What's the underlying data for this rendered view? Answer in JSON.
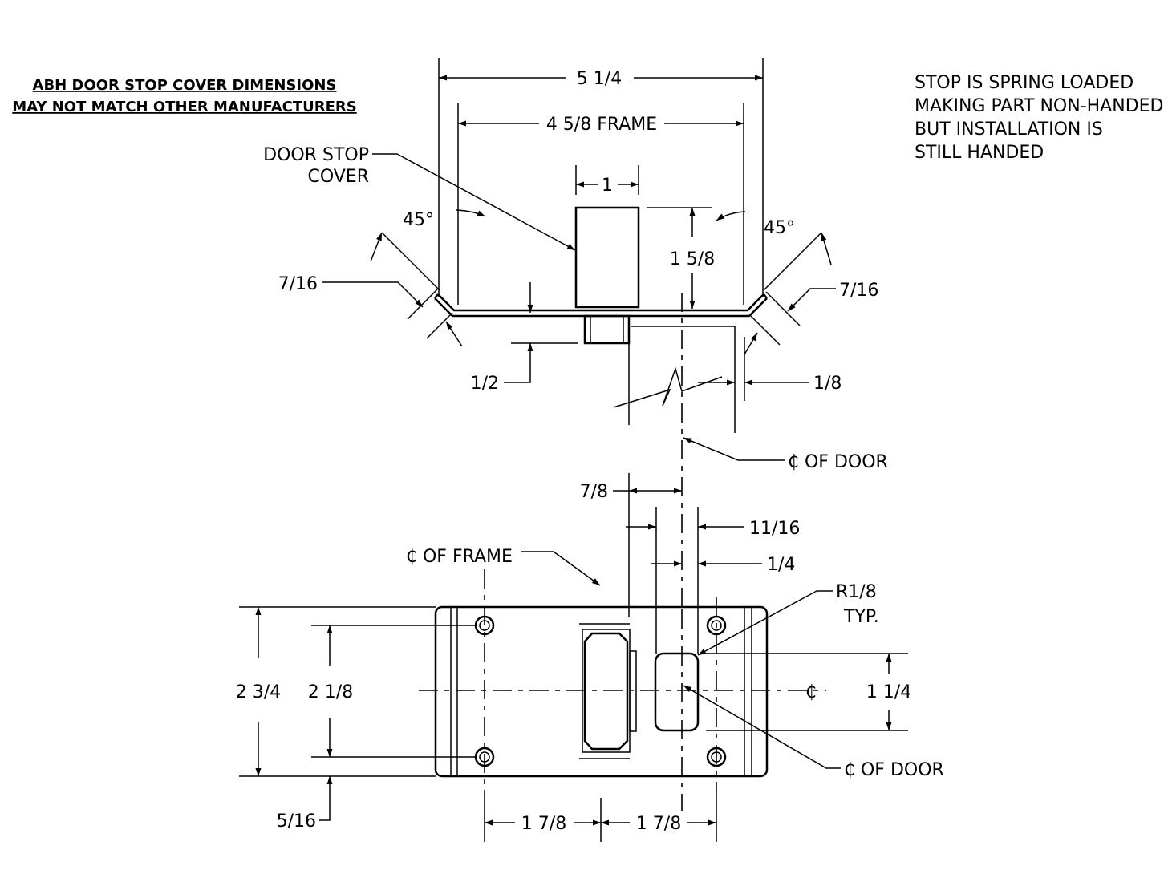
{
  "notes": {
    "abh_line1": "ABH DOOR STOP COVER DIMENSIONS",
    "abh_line2": "MAY NOT MATCH OTHER MANUFACTURERS",
    "spring_line1": "STOP IS SPRING LOADED",
    "spring_line2": "MAKING PART NON-HANDED",
    "spring_line3": "BUT INSTALLATION IS",
    "spring_line4": "STILL HANDED"
  },
  "top_view": {
    "overall_width": "5 1/4",
    "frame_width": "4 5/8 FRAME",
    "stop_width": "1",
    "stop_height": "1 5/8",
    "angle_left": "45°",
    "angle_right": "45°",
    "flange_left": "7/16",
    "flange_right": "7/16",
    "door_stop_label1": "DOOR STOP",
    "door_stop_label2": "COVER",
    "offset_half": "1/2",
    "offset_eighth": "1/8",
    "centerline_door": "₵ OF DOOR"
  },
  "front_view": {
    "dim_7_8": "7/8",
    "dim_11_16": "11/16",
    "dim_1_4": "1/4",
    "centerline_frame": "₵ OF FRAME",
    "radius_line1": "R1/8",
    "radius_line2": "TYP.",
    "height_overall": "2 3/4",
    "height_holes": "2 1/8",
    "slot_height": "1 1/4",
    "centerline_symbol": "₵",
    "centerline_door": "₵ OF DOOR",
    "bottom_offset": "5/16",
    "hole_spacing_left": "1 7/8",
    "hole_spacing_right": "1 7/8"
  }
}
